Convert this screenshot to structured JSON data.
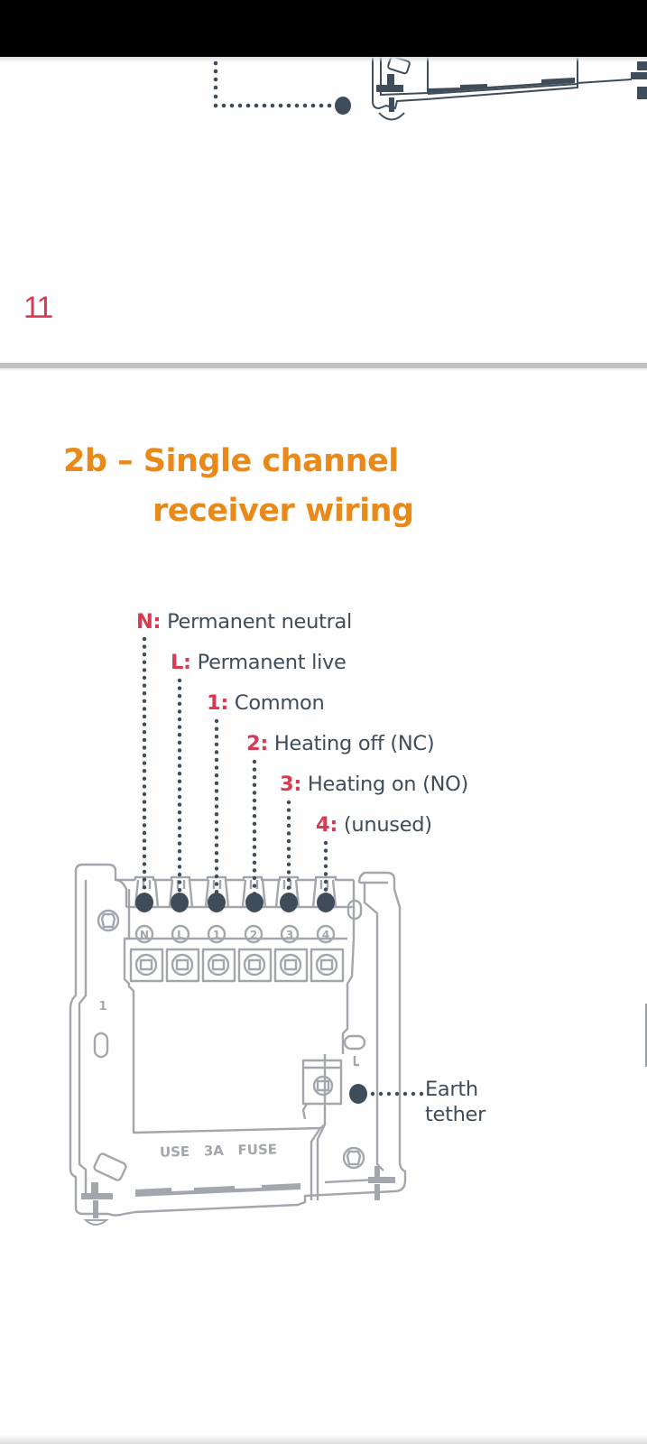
{
  "page": {
    "number": "11",
    "colors": {
      "accent_title": "#e8891a",
      "accent_key": "#d63b52",
      "text": "#3f4d5a",
      "wire_dot": "#3f4d5a",
      "device_outline": "#a3a7ad"
    }
  },
  "section": {
    "title_line1": "2b – Single channel",
    "title_line2": "receiver wiring"
  },
  "terminals": [
    {
      "key": "N:",
      "description": "Permanent neutral",
      "marking": "N"
    },
    {
      "key": "L:",
      "description": "Permanent live",
      "marking": "L"
    },
    {
      "key": "1:",
      "description": "Common",
      "marking": "1"
    },
    {
      "key": "2:",
      "description": "Heating off (NC)",
      "marking": "2"
    },
    {
      "key": "3:",
      "description": "Heating on (NO)",
      "marking": "3"
    },
    {
      "key": "4:",
      "description": "(unused)",
      "marking": "4"
    }
  ],
  "earth": {
    "line1": "Earth",
    "line2": "tether"
  },
  "device": {
    "fuse_label": "USE   3A   FUSE",
    "side_marking": "1"
  }
}
